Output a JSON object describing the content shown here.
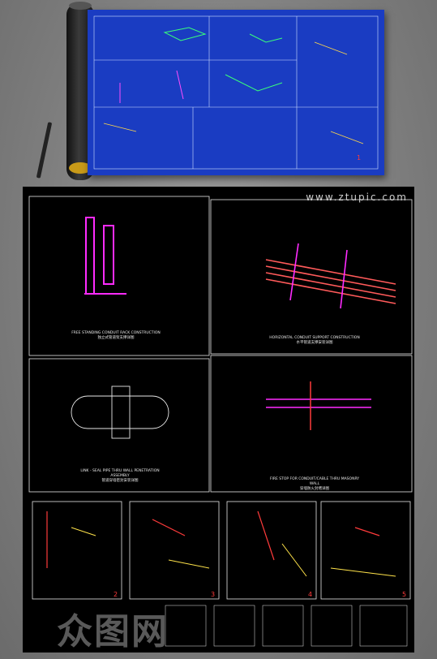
{
  "brand": {
    "site": "www.ztupic.com"
  },
  "blueprint": {
    "sheet_number": "1"
  },
  "panels": {
    "rack": {
      "title_en": "FREE STANDING CONDUIT RACK CONSTRUCTION",
      "title_cn": "独立式管道架支撑详图"
    },
    "horizontal": {
      "title_en": "HORIZONTAL CONDUIT SUPPORT CONSTRUCTION",
      "title_cn": "水平管道支撑安装详图"
    },
    "linkseal": {
      "title_en": "LINK - SEAL PIPE THRU WALL PENETRATION ASSEMBLY",
      "title_cn": "管道穿墙密封安装详图"
    },
    "firestop": {
      "title_en": "FIRE STOP FOR CONDUIT/CABLE THRU MASONRY WALL",
      "title_cn": "穿墙防火封堵详图"
    }
  },
  "sheets": [
    "2",
    "3",
    "4",
    "5"
  ],
  "watermark": "众图网",
  "colors": {
    "blueprint": "#1a3cc2",
    "background": "#000000",
    "magenta": "#ff2bff",
    "red": "#ff3b3b"
  }
}
